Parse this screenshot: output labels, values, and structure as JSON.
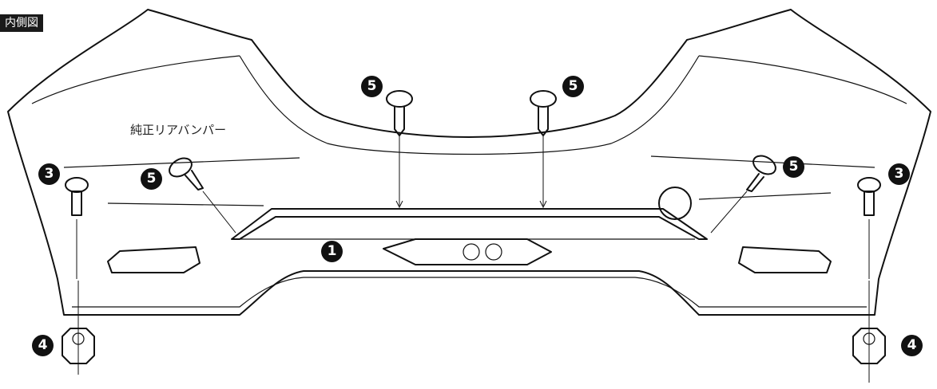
{
  "header_tag": "内側図",
  "part_label": "純正リアバンパー",
  "callouts": {
    "bumper": "1",
    "bolt_left": "3",
    "bolt_right": "3",
    "nut_left": "4",
    "nut_right": "4",
    "screw_top_left": "5",
    "screw_top_right": "5",
    "screw_side_left": "5",
    "screw_side_right": "5"
  }
}
